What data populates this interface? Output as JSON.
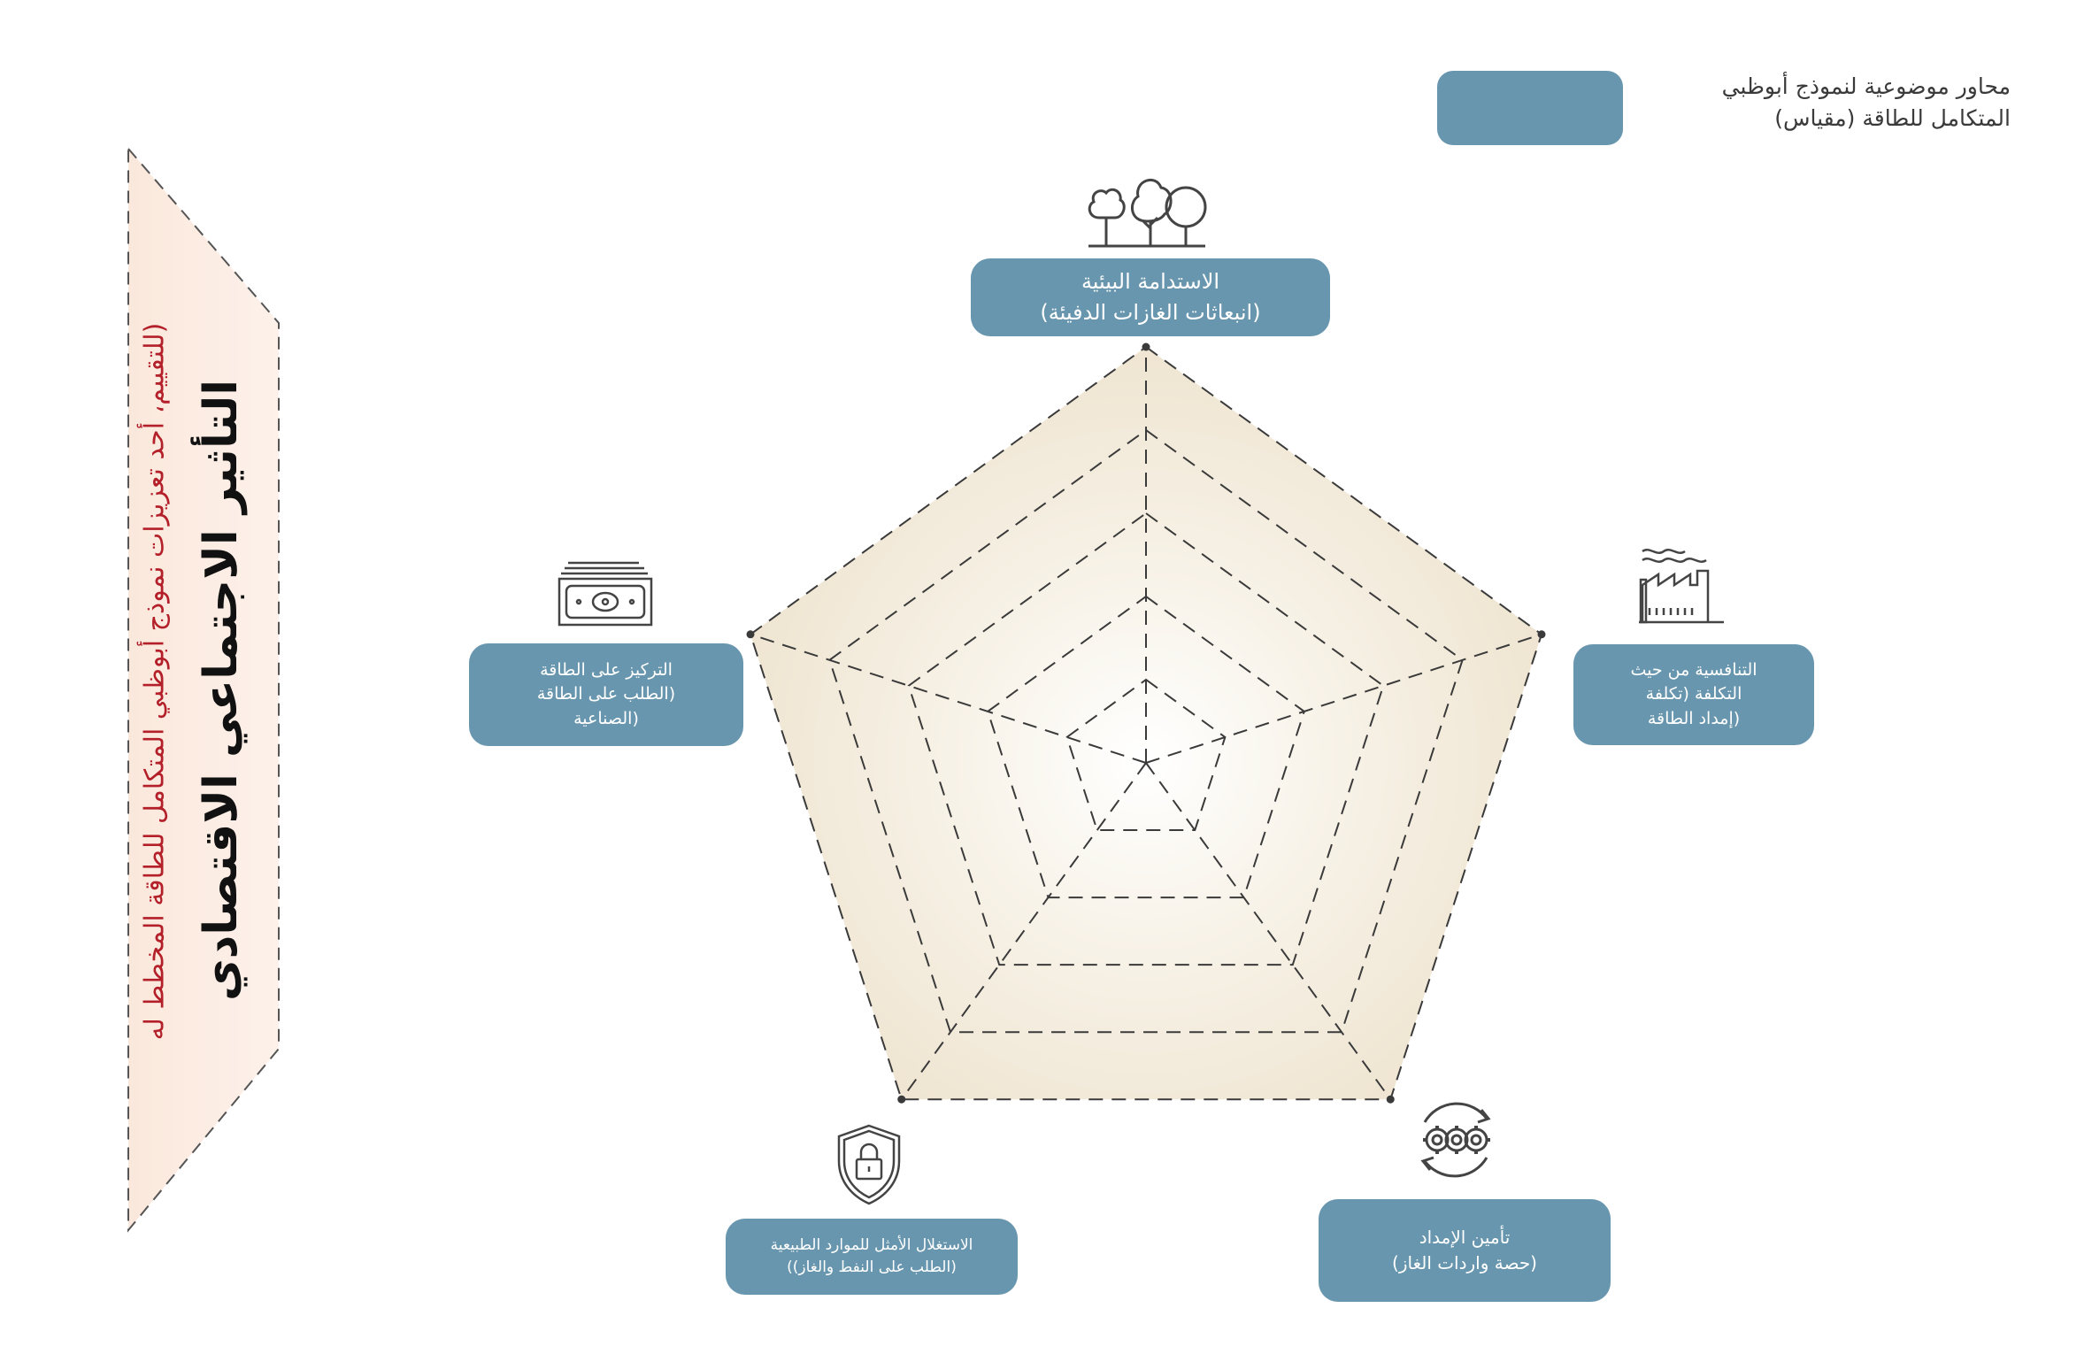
{
  "legend": {
    "line1": "محاور موضوعية لنموذج أبوظبي",
    "line2": "المتكامل للطاقة (مقياس)"
  },
  "banner": {
    "title": "التأثير الاجتماعي الاقتصادي",
    "subtitle": "(للتقييم، أحد تعزيزات نموذج أبوظبي المتكامل للطاقة المخطط له"
  },
  "axes": [
    {
      "line1": "الاستدامة البيئية",
      "line2": "(انبعاثات الغازات الدفيئة)",
      "line3": "",
      "icon": "trees-icon"
    },
    {
      "line1": "التنافسية من حيث",
      "line2": "التكلفة (تكلفة",
      "line3": "(إمداد الطاقة",
      "icon": "factory-icon"
    },
    {
      "line1": "تأمين الإمداد",
      "line2": "(حصة واردات الغاز)",
      "line3": "",
      "icon": "gears-icon"
    },
    {
      "line1": "الاستغلال الأمثل للموارد الطبيعية",
      "line2": "(الطلب على النفط والغاز))",
      "line3": "",
      "icon": "shield-lock-icon"
    },
    {
      "line1": "التركيز على الطاقة",
      "line2": "(الطلب على الطاقة",
      "line3": "(الصناعية",
      "icon": "banknote-icon"
    }
  ],
  "radar": {
    "levels": 5,
    "fill_color": "#efe5d2",
    "center_color": "#ffffff",
    "line_color": "#3a3a3a"
  },
  "colors": {
    "pill": "#6896ae",
    "banner_fill": "#fbebe1",
    "subtitle": "#b3202a"
  }
}
